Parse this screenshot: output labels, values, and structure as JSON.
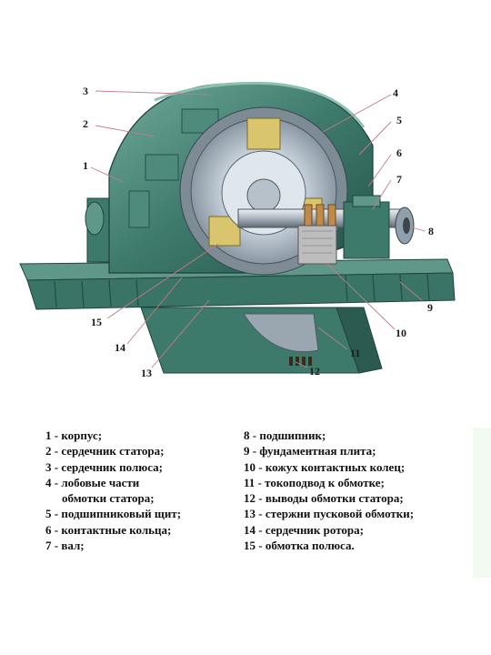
{
  "callouts": [
    "1",
    "2",
    "3",
    "4",
    "5",
    "6",
    "7",
    "8",
    "9",
    "10",
    "11",
    "12",
    "13",
    "14",
    "15"
  ],
  "legend": {
    "left": [
      "1 - корпус;",
      "2 - сердечник   статора;",
      "3 - сердечник   полюса;",
      "4 - лобовые    части",
      "обмотки   статора;",
      "5 - подшипниковый  щит;",
      "6 - контактные   кольца;",
      "7 - вал;"
    ],
    "right": [
      "8 - подшипник;",
      "9 - фундаментная   плита;",
      "10 - кожух  контактных  колец;",
      "11 - токоподвод   к  обмотке;",
      "12 - выводы  обмотки  статора;",
      "13 - стержни  пусковой  обмотки;",
      "14 - сердечник   ротора;",
      "15 - обмотка   полюса."
    ]
  },
  "colors": {
    "housing": "#3e7a6c",
    "housing_dark": "#24514a",
    "housing_light": "#6aa595",
    "plate": "#3a7466",
    "core": "#c9d3dc",
    "pole": "#d8c36a",
    "ring_cover": "#b9b9b9",
    "leader": "#c47a86"
  }
}
